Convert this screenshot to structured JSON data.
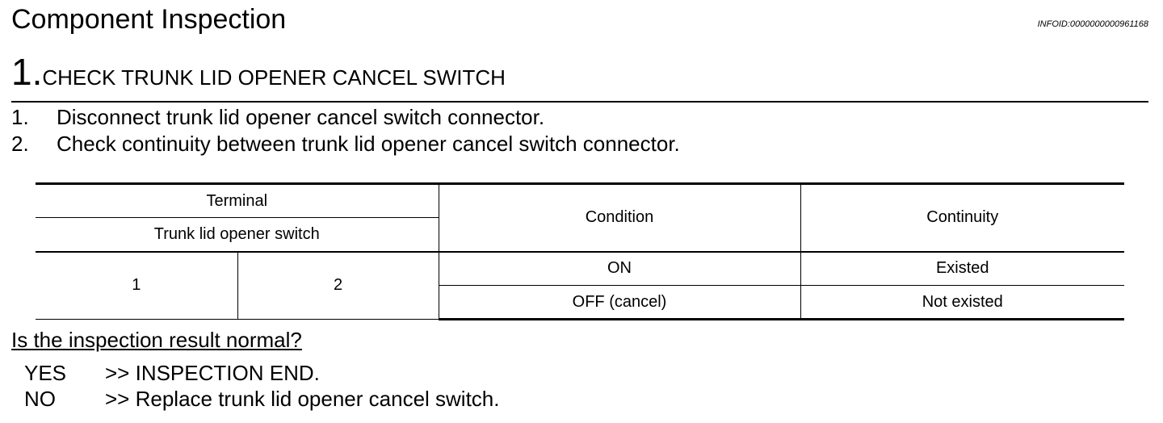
{
  "page": {
    "title": "Component Inspection",
    "info_id": "INFOID:0000000000961168"
  },
  "step": {
    "number": "1.",
    "title": "CHECK TRUNK LID OPENER CANCEL SWITCH"
  },
  "instructions": [
    {
      "number": "1.",
      "text": "Disconnect trunk lid opener cancel switch connector."
    },
    {
      "number": "2.",
      "text": "Check continuity between trunk lid opener cancel switch connector."
    }
  ],
  "table": {
    "header": {
      "terminal": "Terminal",
      "terminal_sub": "Trunk lid opener switch",
      "condition": "Condition",
      "continuity": "Continuity"
    },
    "terminal_a": "1",
    "terminal_b": "2",
    "rows": [
      {
        "condition": "ON",
        "continuity": "Existed"
      },
      {
        "condition": "OFF (cancel)",
        "continuity": "Not existed"
      }
    ]
  },
  "question": "Is the inspection result normal?",
  "answers": [
    {
      "key": "YES",
      "text": ">> INSPECTION END."
    },
    {
      "key": "NO",
      "text": ">> Replace trunk lid opener cancel switch."
    }
  ]
}
